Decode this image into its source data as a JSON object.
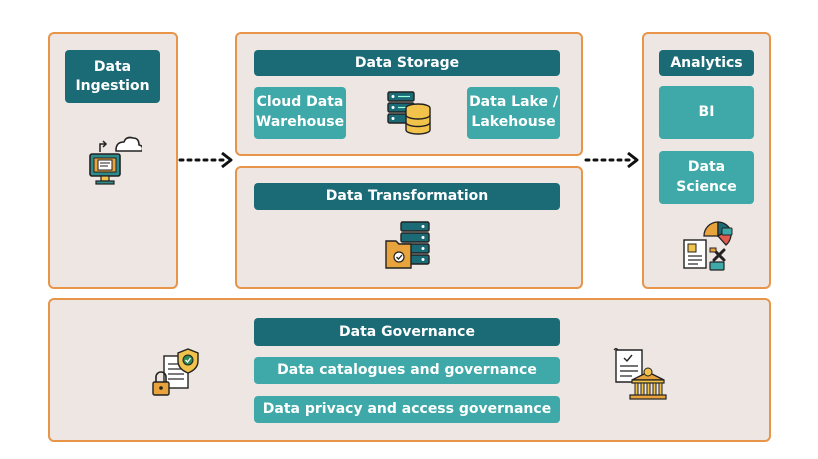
{
  "ingestion": {
    "title": "Data\nIngestion"
  },
  "storage": {
    "title": "Data Storage",
    "left": "Cloud Data\nWarehouse",
    "right": "Data Lake /\nLakehouse"
  },
  "transformation": {
    "title": "Data Transformation"
  },
  "analytics": {
    "title": "Analytics",
    "items": [
      "BI",
      "Data\nScience"
    ]
  },
  "governance": {
    "title": "Data Governance",
    "items": [
      "Data catalogues and governance",
      "Data privacy and access governance"
    ]
  },
  "colors": {
    "border": "#e8954a",
    "panel": "#ede6e2",
    "dark_teal": "#1b6b77",
    "light_teal": "#3ea9a8"
  },
  "icons": [
    "monitor-cloud-icon",
    "database-server-icon",
    "server-folder-icon",
    "analytics-report-icon",
    "secure-document-icon",
    "legal-document-icon"
  ]
}
